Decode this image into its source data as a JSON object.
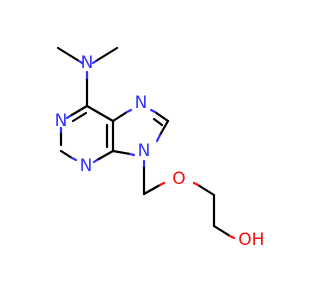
{
  "colors": {
    "bond": "#000000",
    "nitrogen": "#3333ff",
    "oxygen": "#ff0d0d",
    "background": "#ffffff"
  },
  "atoms": {
    "n_amine": "N",
    "n1": "N",
    "n3": "N",
    "n7": "N",
    "n9": "N",
    "o_ether": "O",
    "o_hydroxyl": "O",
    "h_hydroxyl": "H"
  }
}
